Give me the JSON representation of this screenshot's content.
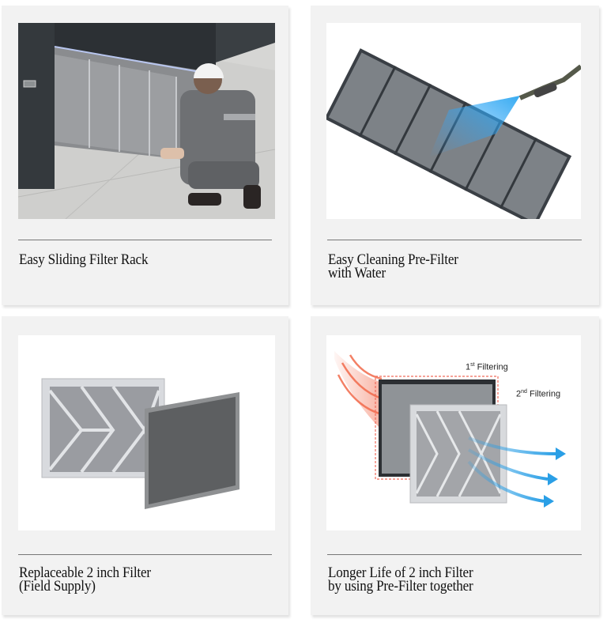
{
  "cards": [
    {
      "caption_lines": [
        "Easy Sliding Filter Rack"
      ],
      "image": "technician-sliding-filter-rack"
    },
    {
      "caption_lines": [
        "Easy Cleaning Pre-Filter",
        "with Water"
      ],
      "image": "pre-filter-water-spray"
    },
    {
      "caption_lines": [
        "Replaceable 2 inch Filter",
        "(Field Supply)"
      ],
      "image": "replaceable-filters"
    },
    {
      "caption_lines": [
        "Longer Life of 2 inch Filter",
        "by using Pre-Filter together"
      ],
      "image": "dual-filtering-diagram",
      "labels": {
        "first_num": "1",
        "first_sup": "st",
        "first_text": " Filtering",
        "second_num": "2",
        "second_sup": "nd",
        "second_text": " Filtering"
      }
    }
  ],
  "colors": {
    "card_bg": "#f2f2f2",
    "rule": "#777777",
    "text": "#111111",
    "airflow_in": "#f26a4b",
    "airflow_out": "#2a9fe6",
    "filter_frame": "#3a3f45"
  }
}
